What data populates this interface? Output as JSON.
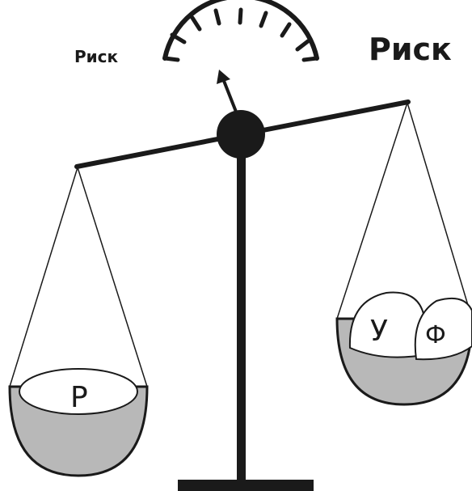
{
  "labels": {
    "risk_left": "Риск",
    "risk_right": "Риск"
  },
  "pans": {
    "left": {
      "items": [
        "Р"
      ]
    },
    "right": {
      "items": [
        "У",
        "Ф"
      ]
    }
  },
  "colors": {
    "ink": "#1a1a1a",
    "pan_fill": "#b8b8b8",
    "background": "#ffffff"
  }
}
